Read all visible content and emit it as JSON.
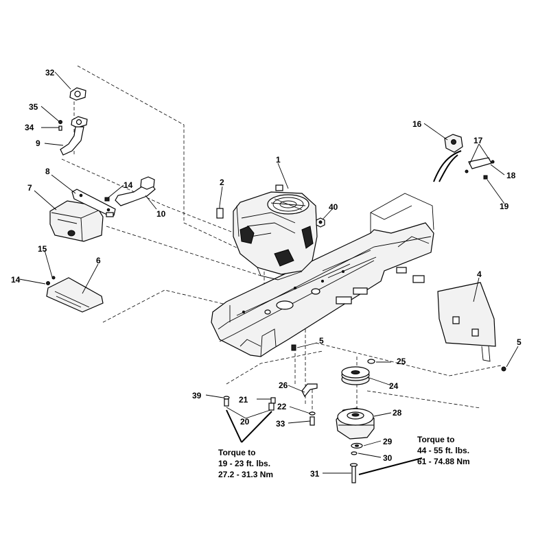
{
  "callouts": {
    "c1": "1",
    "c2": "2",
    "c4": "4",
    "c5a": "5",
    "c5b": "5",
    "c6": "6",
    "c7": "7",
    "c8": "8",
    "c9": "9",
    "c10": "10",
    "c14a": "14",
    "c14b": "14",
    "c15": "15",
    "c16": "16",
    "c17": "17",
    "c18": "18",
    "c19": "19",
    "c20": "20",
    "c21": "21",
    "c22": "22",
    "c24": "24",
    "c25": "25",
    "c26": "26",
    "c28": "28",
    "c29": "29",
    "c30": "30",
    "c31": "31",
    "c32": "32",
    "c33": "33",
    "c34": "34",
    "c35": "35",
    "c39": "39",
    "c40": "40"
  },
  "torque_notes": {
    "left": {
      "line1": "Torque to",
      "line2": "19 - 23 ft. lbs.",
      "line3": "27.2 - 31.3 Nm"
    },
    "right": {
      "line1": "Torque to",
      "line2": "44 - 55 ft. lbs.",
      "line3": "61 - 74.88 Nm"
    }
  }
}
